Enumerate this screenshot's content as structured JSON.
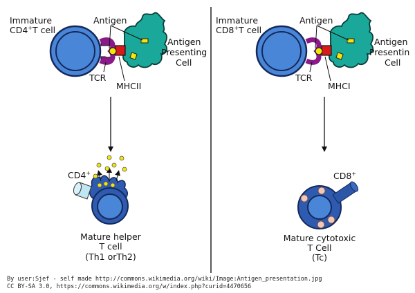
{
  "left": {
    "cell_label_line1": "Immature",
    "cell_label_line2_prefix": "CD4",
    "cell_label_line2_sup": "+",
    "cell_label_line2_suffix": "T cell",
    "antigen_label": "Antigen",
    "apc_line1": "Antigen",
    "apc_line2": "Presenting",
    "apc_line3": "Cell",
    "tcr_label": "TCR",
    "mhc_label": "MHCII",
    "coreceptor_prefix": "CD4",
    "coreceptor_sup": "+",
    "mature_line1": "Mature helper",
    "mature_line2": "T cell",
    "mature_line3": "(Th1 orTh2)"
  },
  "right": {
    "cell_label_line1": "Immature",
    "cell_label_line2_prefix": "CD8",
    "cell_label_line2_sup": "+",
    "cell_label_line2_suffix": "T cell",
    "antigen_label": "Antigen",
    "apc_line1": "Antigen",
    "apc_line2": "Presentin",
    "apc_line3": "Cell",
    "tcr_label": "TCR",
    "mhc_label": "MHCI",
    "coreceptor_prefix": "CD8",
    "coreceptor_sup": "+",
    "mature_line1": "Mature cytotoxic",
    "mature_line2": "T Cell",
    "mature_line3": "(Tc)"
  },
  "credit": {
    "line1": "By user:Sjef - self made http://commons.wikimedia.org/wiki/Image:Antigen_presentation.jpg",
    "line2": "CC BY-SA 3.0, https://commons.wikimedia.org/w/index.php?curid=4470656"
  },
  "colors": {
    "tcell": "#4a86d8",
    "tcell_outline": "#14285a",
    "membrane": "#2e5bb0",
    "apc": "#1aa89a",
    "tcr": "#8a1a8a",
    "mhc": "#d81a1a",
    "antigen": "#f2e60a",
    "cd4_cylinder": "#bfe6f2",
    "cd8_cylinder": "#2c57a8",
    "granule": "#f2c8b8"
  }
}
